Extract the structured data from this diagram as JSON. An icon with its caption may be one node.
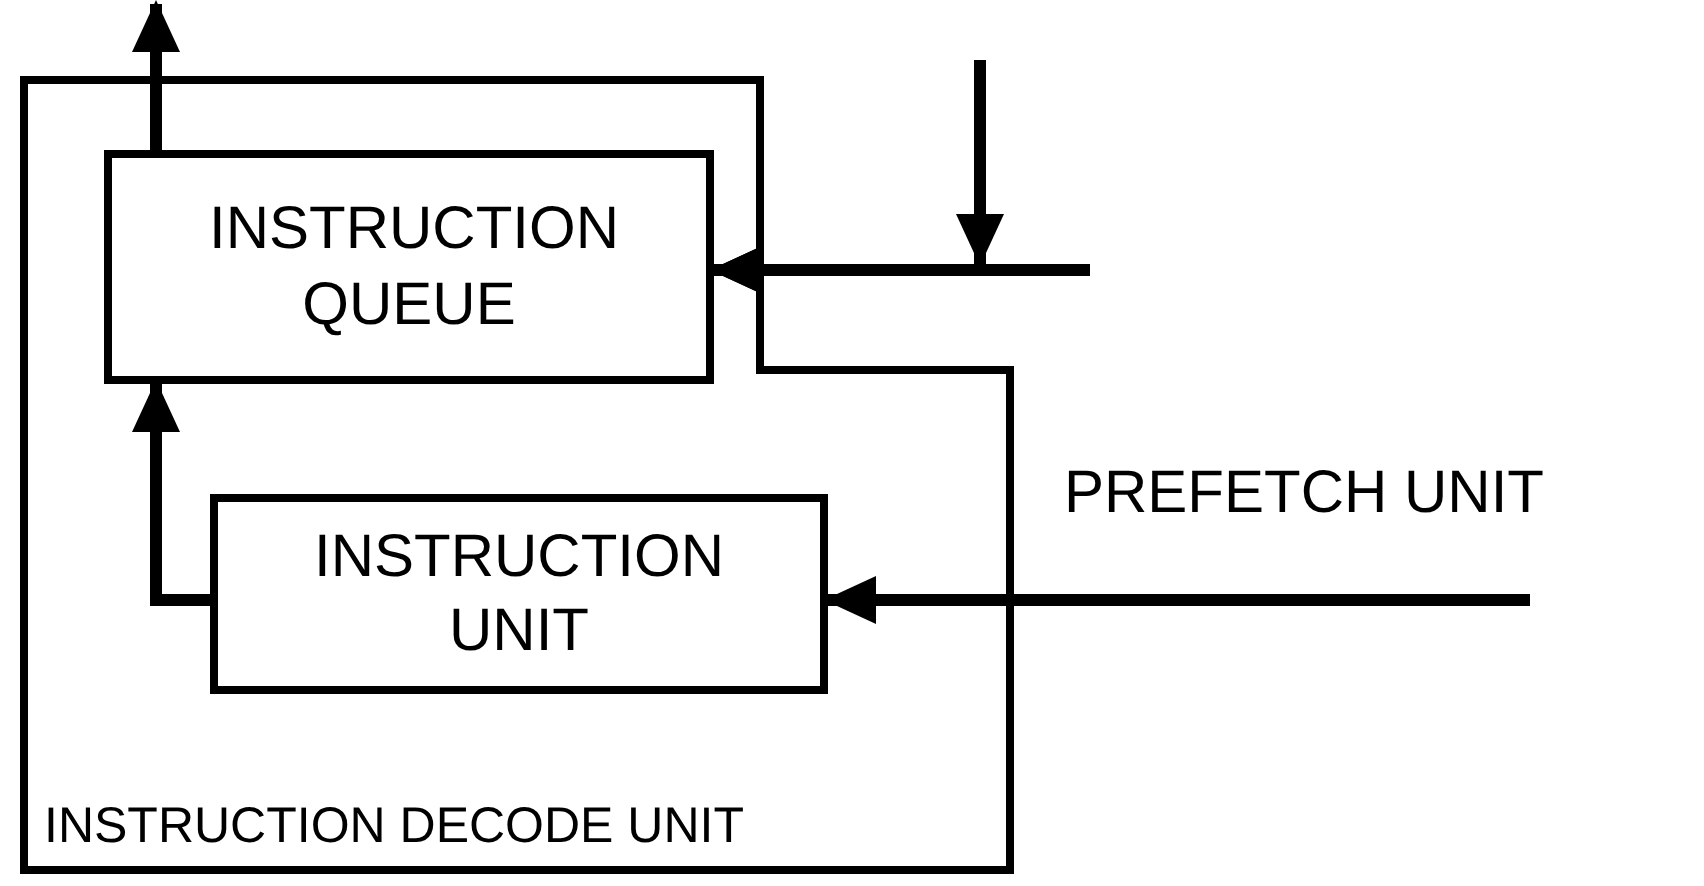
{
  "diagram": {
    "nodes": [
      {
        "text": [
          "INSTRUCTION DECODE UNIT"
        ]
      },
      {
        "text": [
          "INSTRUCTION QUEUE"
        ],
        "in": 0
      },
      {
        "text": [
          "INSTRUCTION UNIT"
        ],
        "in": 0
      }
    ],
    "edges": [
      {
        "from": 1,
        "to": null,
        "arrow": "to"
      },
      {
        "from": null,
        "to": 1,
        "arrow": "to"
      },
      {
        "from": null,
        "to": 1,
        "arrow": "to"
      },
      {
        "from": null,
        "to": 2,
        "arrow": "to",
        "label": "PREFETCH UNIT"
      },
      {
        "from": 2,
        "to": 1,
        "arrow": "to"
      }
    ]
  }
}
